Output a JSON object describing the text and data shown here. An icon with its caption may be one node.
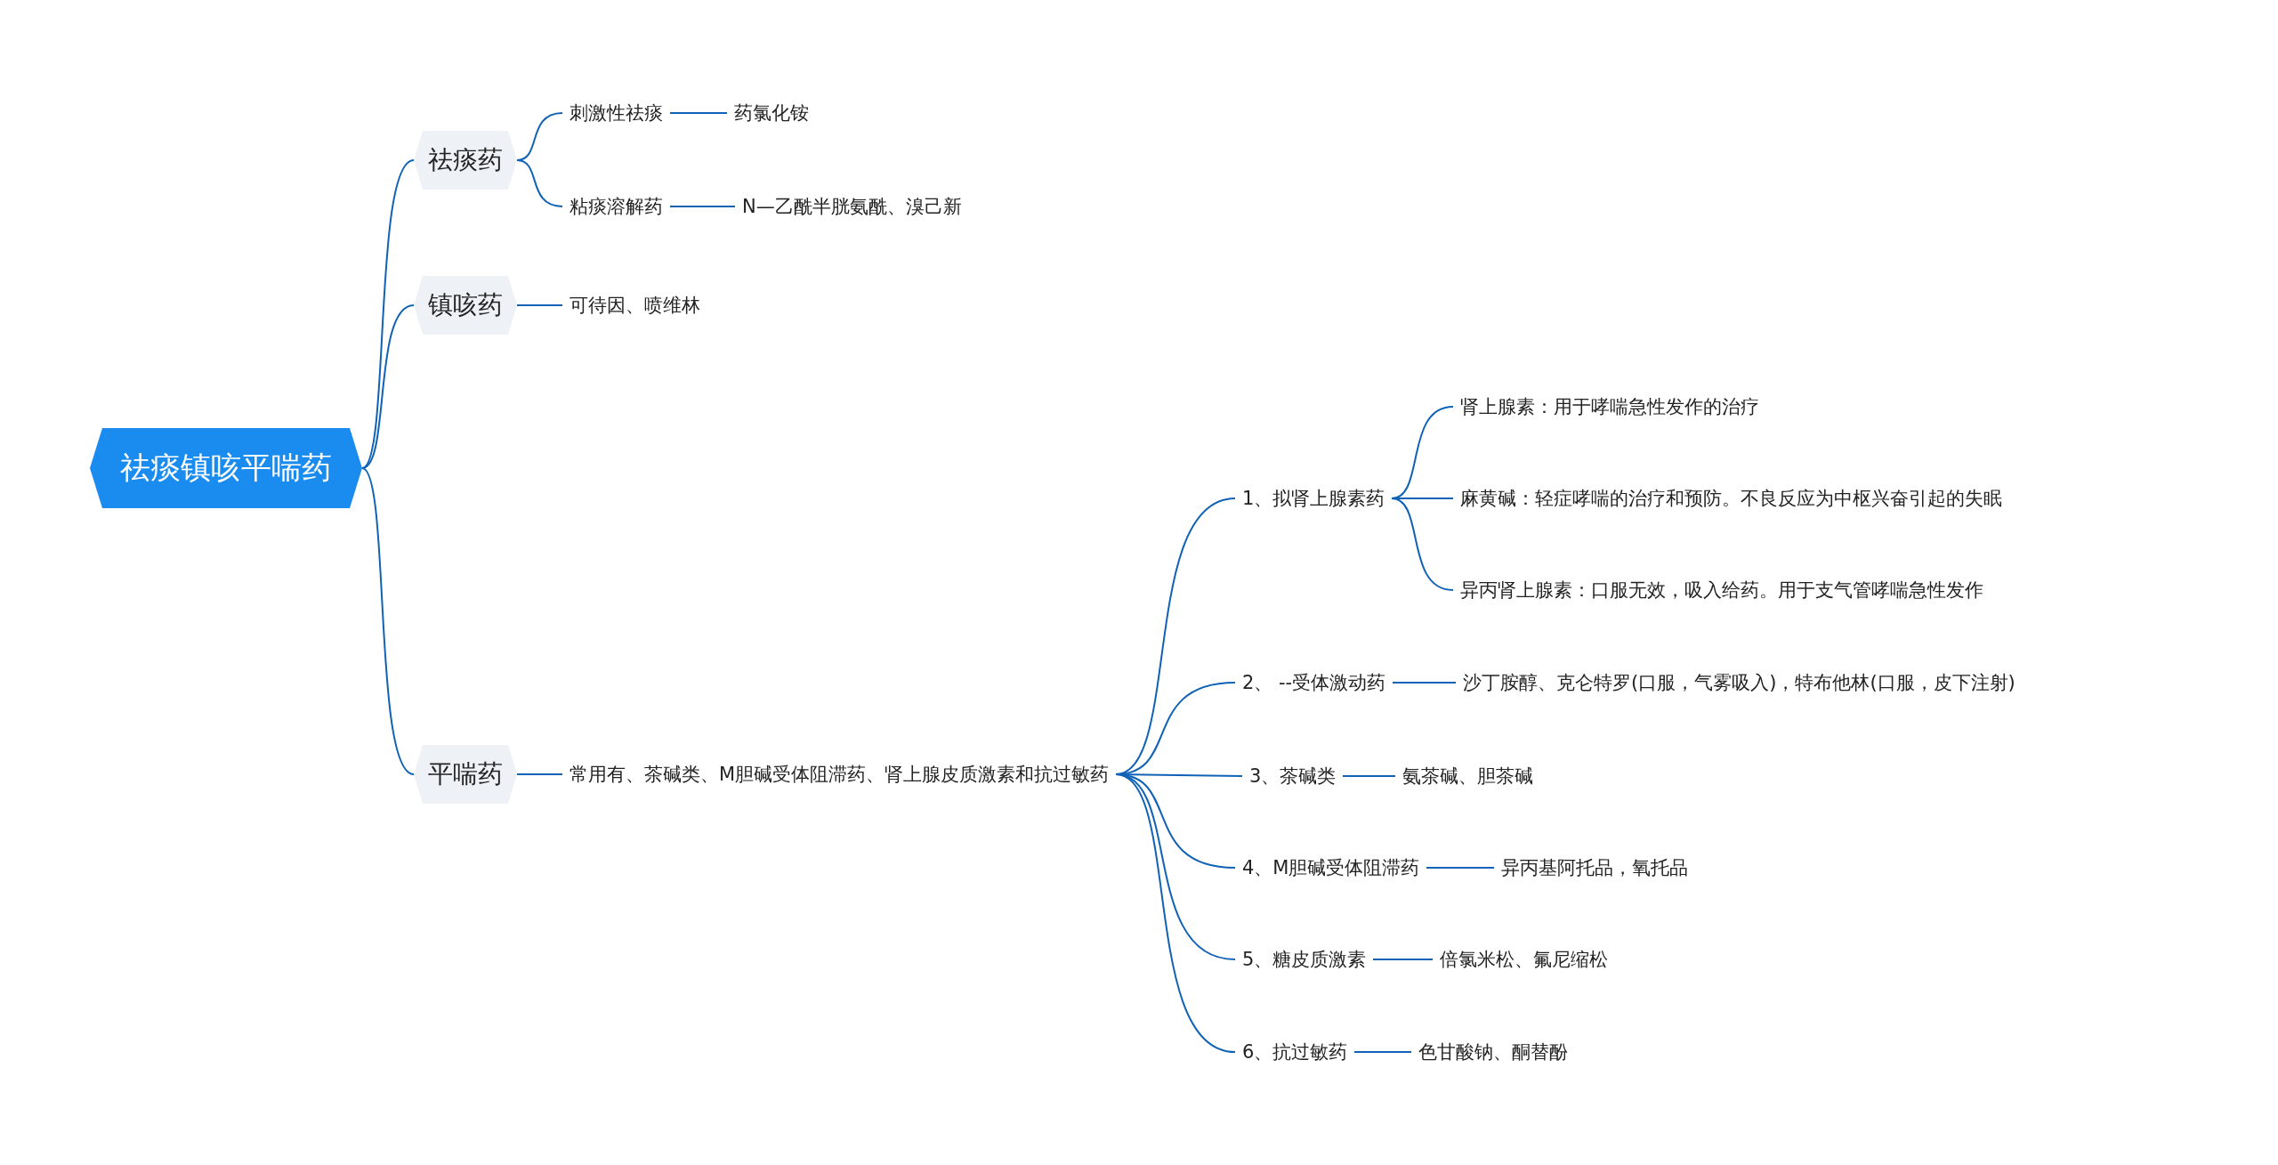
{
  "diagram": {
    "nodes": [
      {
        "text": [
          "祛痰镇咳平喘药"
        ]
      },
      {
        "text": [
          "祛痰药"
        ]
      },
      {
        "text": [
          "刺激性祛痰"
        ]
      },
      {
        "text": [
          "药氯化铵"
        ]
      },
      {
        "text": [
          "粘痰溶解药"
        ]
      },
      {
        "text": [
          "N—乙酰半胱氨酰、溴己新"
        ]
      },
      {
        "text": [
          "镇咳药"
        ]
      },
      {
        "text": [
          "可待因、喷维林"
        ]
      },
      {
        "text": [
          "平喘药"
        ]
      },
      {
        "text": [
          "常用有、茶碱类、M胆碱受体阻滞药、肾上腺皮质激素和抗过敏药"
        ]
      },
      {
        "text": [
          "1、拟肾上腺素药"
        ]
      },
      {
        "text": [
          "肾上腺素：用于哮喘急性发作的治疗"
        ]
      },
      {
        "text": [
          "麻黄碱：轻症哮喘的治疗和预防。不良反应为中枢兴奋引起的失眠"
        ]
      },
      {
        "text": [
          "异丙肾上腺素：口服无效，吸入给药。用于支气管哮喘急性发作"
        ]
      },
      {
        "text": [
          "2、 --受体激动药"
        ]
      },
      {
        "text": [
          "沙丁胺醇、克仑特罗(口服，气雾吸入)，特布他林(口服，皮下注射)"
        ]
      },
      {
        "text": [
          "3、茶碱类"
        ]
      },
      {
        "text": [
          "氨茶碱、胆茶碱"
        ]
      },
      {
        "text": [
          "4、M胆碱受体阻滞药"
        ]
      },
      {
        "text": [
          "异丙基阿托品，氧托品"
        ]
      },
      {
        "text": [
          "5、糖皮质激素"
        ]
      },
      {
        "text": [
          "倍氯米松、氟尼缩松"
        ]
      },
      {
        "text": [
          "6、抗过敏药"
        ]
      },
      {
        "text": [
          "色甘酸钠、酮替酚"
        ]
      }
    ],
    "edges": [
      {
        "from": 0,
        "to": 1,
        "arrow": "none"
      },
      {
        "from": 0,
        "to": 6,
        "arrow": "none"
      },
      {
        "from": 0,
        "to": 8,
        "arrow": "none"
      },
      {
        "from": 1,
        "to": 2,
        "arrow": "none"
      },
      {
        "from": 1,
        "to": 4,
        "arrow": "none"
      },
      {
        "from": 2,
        "to": 3,
        "arrow": "none"
      },
      {
        "from": 4,
        "to": 5,
        "arrow": "none"
      },
      {
        "from": 6,
        "to": 7,
        "arrow": "none"
      },
      {
        "from": 8,
        "to": 9,
        "arrow": "none"
      },
      {
        "from": 9,
        "to": 10,
        "arrow": "none"
      },
      {
        "from": 9,
        "to": 14,
        "arrow": "none"
      },
      {
        "from": 9,
        "to": 16,
        "arrow": "none"
      },
      {
        "from": 9,
        "to": 18,
        "arrow": "none"
      },
      {
        "from": 9,
        "to": 20,
        "arrow": "none"
      },
      {
        "from": 9,
        "to": 22,
        "arrow": "none"
      },
      {
        "from": 10,
        "to": 11,
        "arrow": "none"
      },
      {
        "from": 10,
        "to": 12,
        "arrow": "none"
      },
      {
        "from": 10,
        "to": 13,
        "arrow": "none"
      },
      {
        "from": 14,
        "to": 15,
        "arrow": "none"
      },
      {
        "from": 16,
        "to": 17,
        "arrow": "none"
      },
      {
        "from": 18,
        "to": 19,
        "arrow": "none"
      },
      {
        "from": 20,
        "to": 21,
        "arrow": "none"
      },
      {
        "from": 22,
        "to": 23,
        "arrow": "none"
      }
    ]
  }
}
